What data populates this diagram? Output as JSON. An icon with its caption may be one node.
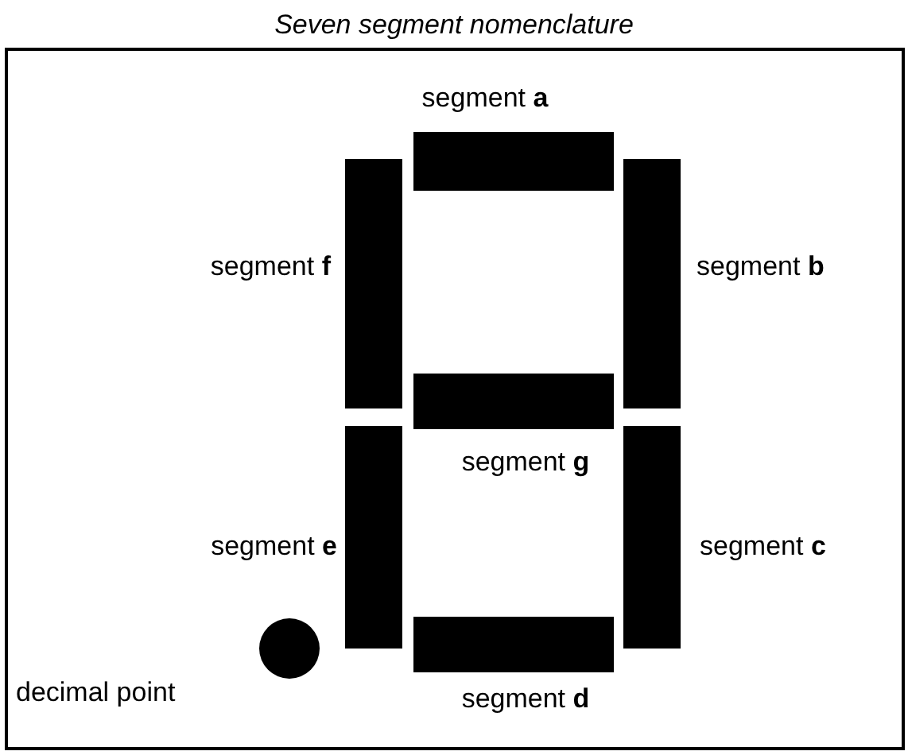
{
  "diagram": {
    "title": "Seven segment nomenclature",
    "nodes": [
      {
        "text": [
          "segment **a**"
        ]
      },
      {
        "text": [
          "segment **f**"
        ]
      },
      {
        "text": [
          "segment **b**"
        ]
      },
      {
        "text": [
          "segment **g**"
        ]
      },
      {
        "text": [
          "segment **e**"
        ]
      },
      {
        "text": [
          "segment **c**"
        ]
      },
      {
        "text": [
          "decimal point"
        ]
      },
      {
        "text": [
          "segment **d**"
        ]
      }
    ]
  }
}
